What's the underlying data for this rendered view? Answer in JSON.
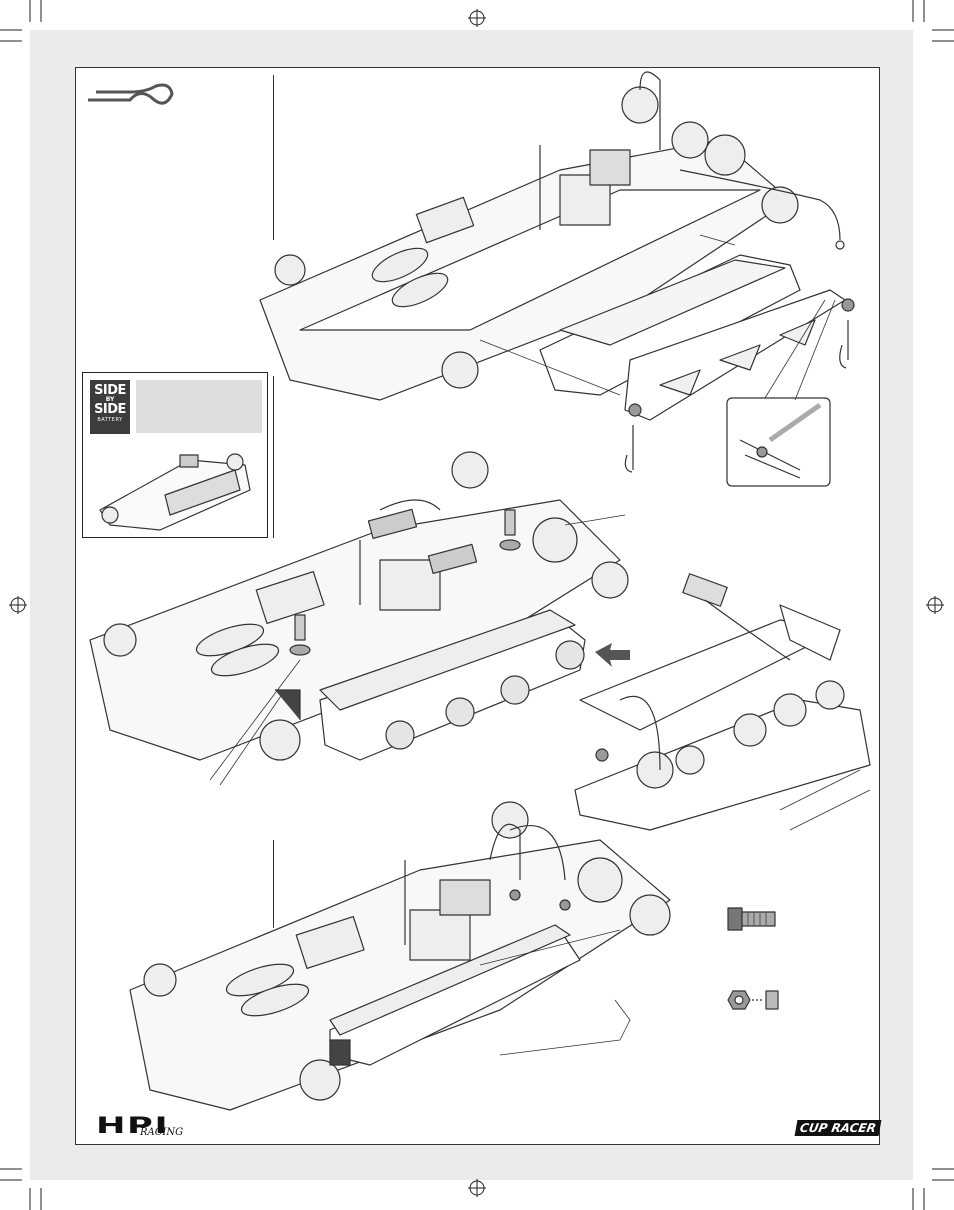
{
  "page": {
    "side_by_side_logo": {
      "line1": "SIDE",
      "line2": "BY",
      "line3": "SIDE",
      "line4": "BATTERY"
    },
    "hpi_logo": {
      "text": "HPI",
      "sub": "RACING"
    },
    "cup_racer_logo": "CUP RACER",
    "icons": [
      "body-clip-icon",
      "screw-icon",
      "nut-icon",
      "registration-mark-icon"
    ]
  }
}
